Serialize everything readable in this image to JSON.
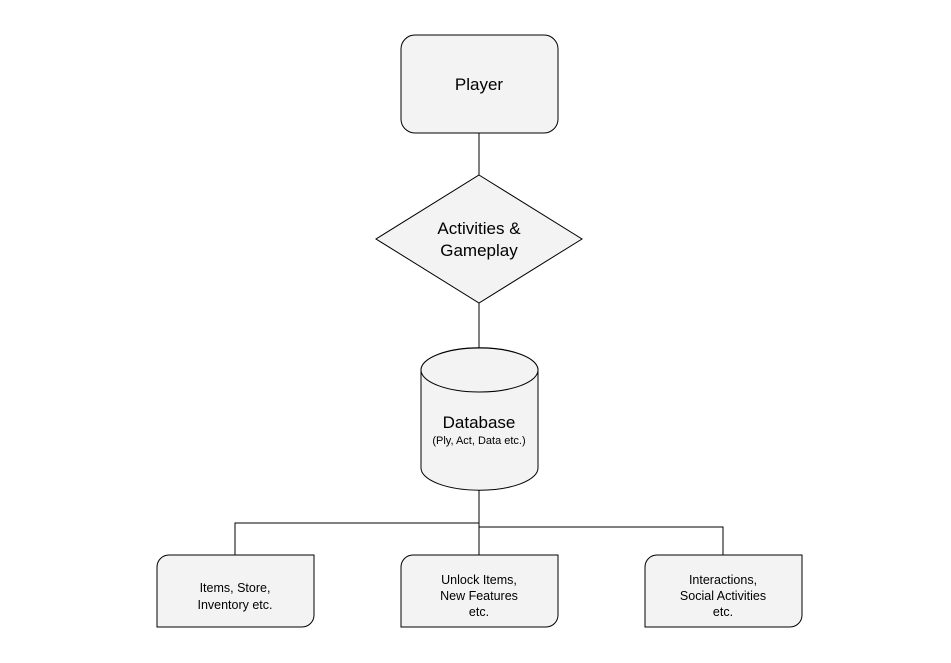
{
  "nodes": {
    "player": {
      "label": "Player"
    },
    "activities": {
      "line1": "Activities &",
      "line2": "Gameplay"
    },
    "database": {
      "title": "Database",
      "subtitle": "(Ply, Act, Data etc.)"
    },
    "items": {
      "line1": "Items, Store,",
      "line2": "Inventory etc."
    },
    "unlock": {
      "line1": "Unlock Items,",
      "line2": "New Features",
      "line3": "etc."
    },
    "interactions": {
      "line1": "Interactions,",
      "line2": "Social Activities",
      "line3": "etc."
    }
  },
  "colors": {
    "node_fill": "#f3f3f3",
    "stroke": "#000000",
    "background": "#ffffff"
  }
}
